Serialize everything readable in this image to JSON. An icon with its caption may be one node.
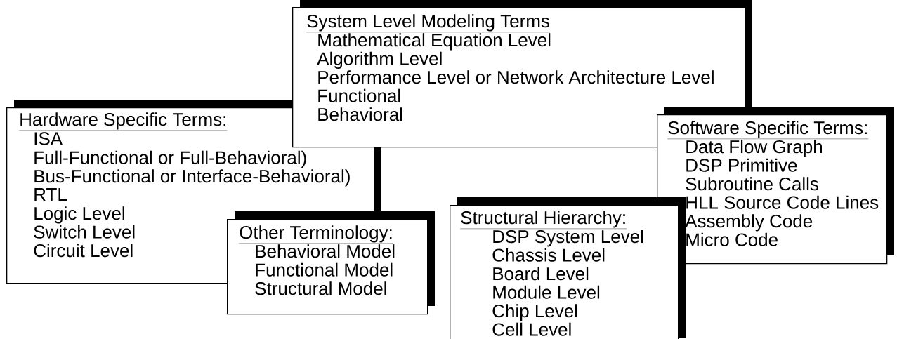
{
  "diagram": {
    "nodes": [
      {
        "text": [
          "System Level Modeling Terms",
          "Mathematical Equation Level",
          "Algorithm Level",
          "Performance Level  or  Network Architecture Level",
          "Functional",
          "Behavioral"
        ]
      },
      {
        "text": [
          "Hardware Specific Terms:",
          "ISA",
          "Full-Functional   or  Full-Behavioral)",
          "Bus-Functional  or Interface-Behavioral)",
          "RTL",
          "Logic Level",
          "Switch Level",
          "Circuit Level"
        ]
      },
      {
        "text": [
          "Software Specific Terms:",
          "Data Flow Graph",
          "DSP Primitive",
          "Subroutine Calls",
          "HLL Source Code Lines",
          "Assembly Code",
          "Micro Code"
        ]
      },
      {
        "text": [
          "Structural Hierarchy:",
          "DSP System Level",
          "Chassis Level",
          "Board Level",
          "Module Level",
          "Chip Level",
          "Cell Level"
        ]
      },
      {
        "text": [
          "Other Terminology:",
          "Behavioral Model",
          "Functional Model",
          "Structural Model"
        ]
      }
    ]
  }
}
